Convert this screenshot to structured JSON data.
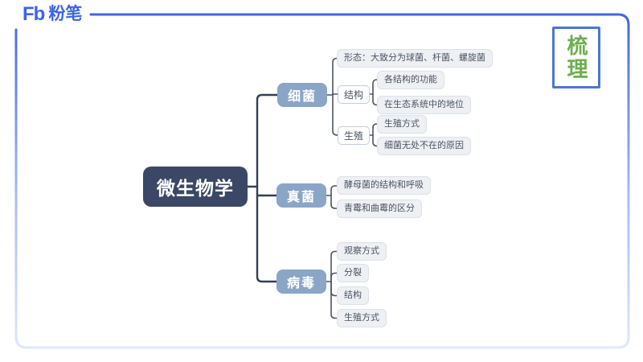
{
  "brand": {
    "logo_mark": "Fb",
    "logo_name": "粉笔",
    "color": "#3D63E8"
  },
  "badge": {
    "label": "梳理",
    "text_color": "#6CAE50",
    "border_color": "#4A77D4"
  },
  "colors": {
    "root_bg": "#3B4765",
    "branch_bg": "#8BA5C6",
    "trunk_line": "#333E57",
    "sub_line": "#4D5564",
    "leaf_bg": "#EEF0F4",
    "frame_top": "#4365DD",
    "frame_bottom": "#DFE7FA"
  },
  "mindmap": {
    "root": {
      "label": "微生物学"
    },
    "branches": [
      {
        "label": "细菌",
        "children": [
          {
            "label": "形态：大致分为球菌、杆菌、螺旋菌"
          },
          {
            "label": "结构",
            "children": [
              {
                "label": "各结构的功能"
              },
              {
                "label": "在生态系统中的地位"
              }
            ]
          },
          {
            "label": "生殖",
            "children": [
              {
                "label": "生殖方式"
              },
              {
                "label": "细菌无处不在的原因"
              }
            ]
          }
        ]
      },
      {
        "label": "真菌",
        "children": [
          {
            "label": "酵母菌的结构和呼吸"
          },
          {
            "label": "青霉和曲霉的区分"
          }
        ]
      },
      {
        "label": "病毒",
        "children": [
          {
            "label": "观察方式"
          },
          {
            "label": "分裂"
          },
          {
            "label": "结构"
          },
          {
            "label": "生殖方式"
          }
        ]
      }
    ]
  }
}
